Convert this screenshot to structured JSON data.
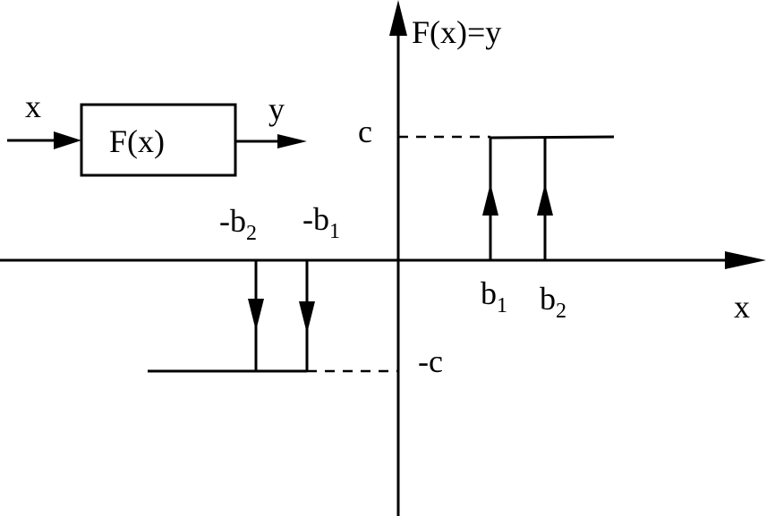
{
  "diagram": {
    "block": {
      "label": "F(x)",
      "input_label": "x",
      "output_label": "y"
    },
    "axes": {
      "y_axis_label": "F(x)=y",
      "x_axis_label": "x"
    },
    "levels": {
      "upper": "c",
      "lower": "-c"
    },
    "thresholds": {
      "b1": {
        "base": "b",
        "sub": "1"
      },
      "b2": {
        "base": "b",
        "sub": "2"
      },
      "neg_b1": {
        "base": "-b",
        "sub": "1"
      },
      "neg_b2": {
        "base": "-b",
        "sub": "2"
      }
    }
  }
}
